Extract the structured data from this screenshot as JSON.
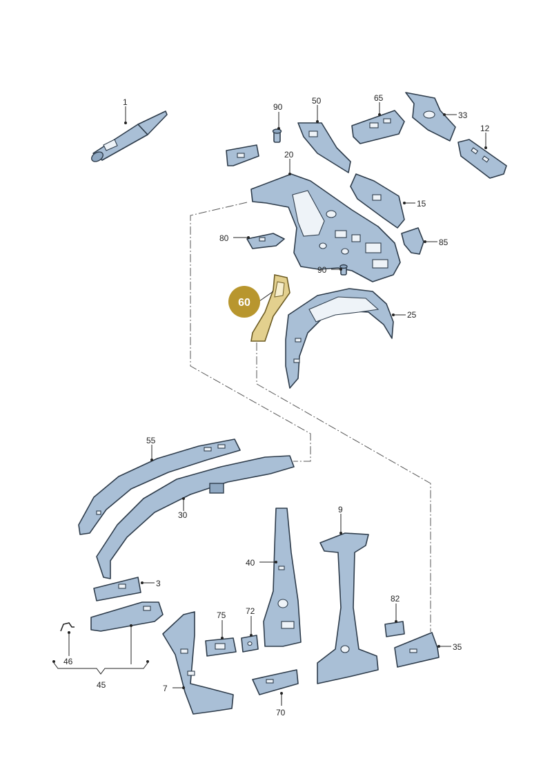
{
  "callouts": {
    "c1": "1",
    "c90a": "90",
    "c50": "50",
    "c65": "65",
    "c33": "33",
    "c12": "12",
    "c20": "20",
    "c15": "15",
    "c80": "80",
    "c85": "85",
    "c90b": "90",
    "c25": "25",
    "c55": "55",
    "c30": "30",
    "c9": "9",
    "c40": "40",
    "c3": "3",
    "c82": "82",
    "c75": "75",
    "c72": "72",
    "c46": "46",
    "c35": "35",
    "c45": "45",
    "c7": "7",
    "c70": "70"
  },
  "highlight": {
    "label": "60",
    "color": "#b8962e"
  },
  "colors": {
    "part_fill": "#a9bfd6",
    "outline": "#2d3b4a",
    "highlight_fill": "#e3d08e"
  }
}
